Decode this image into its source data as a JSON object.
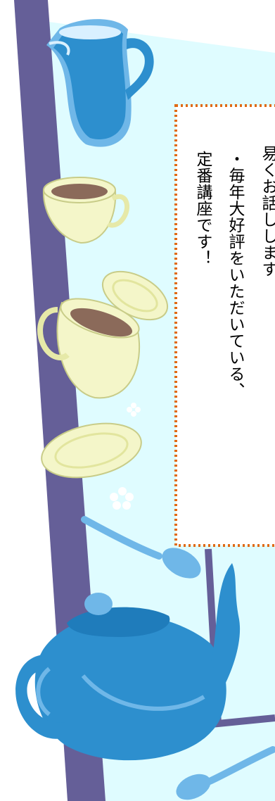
{
  "colors": {
    "background": "#ffffff",
    "panel": "#dffcff",
    "stripe": "#655f98",
    "frame_dots": "#e06a14",
    "accent_blue": "#2d8fce",
    "light_blue": "#6fb7e8",
    "cup_cream": "#f4f6c9",
    "tea_brown": "#8b6a5a"
  },
  "text_box": {
    "lines": [
      "易くお話しします",
      "・毎年大好評をいただいている、",
      "定番講座です！"
    ]
  },
  "illustrations": [
    "pitcher-icon",
    "cup-icon",
    "saucer-icon",
    "flower-icon",
    "spoon-icon",
    "teapot-icon"
  ]
}
